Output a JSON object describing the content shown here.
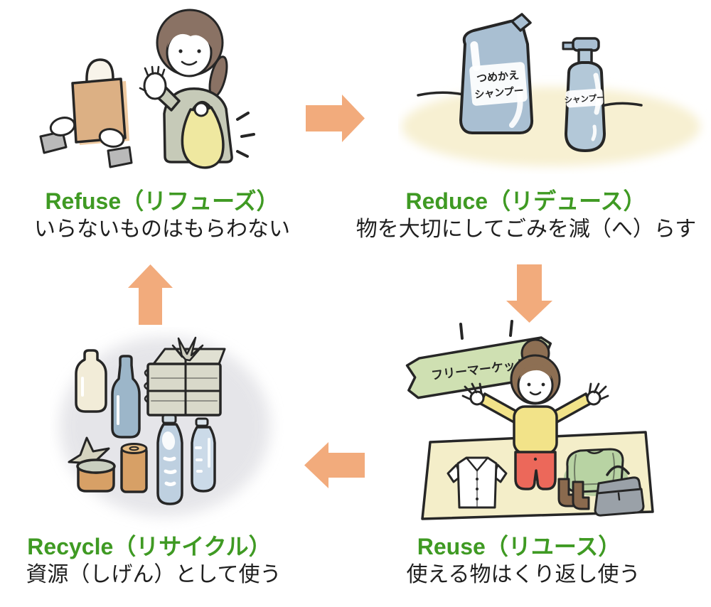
{
  "diagram": {
    "name": "4R recycling cycle",
    "type": "cycle-diagram"
  },
  "colors": {
    "heading_green": "#3f9a23",
    "text_dark": "#1f1f1f",
    "arrow_fill": "#f2ab7c",
    "outline": "#262626"
  },
  "sections": {
    "refuse": {
      "heading": "Refuse（リフューズ）",
      "description": "いらないものはもらわない",
      "illustration": "woman-declining-paper-bag-holding-eco-bag"
    },
    "reduce": {
      "heading": "Reduce（リデュース）",
      "description": "物を大切にしてごみを減（へ）らす",
      "illustration": "refill-shampoo-pouch-and-pump-bottle",
      "pouch_label_line1": "つめかえ",
      "pouch_label_line2": "シャンプー",
      "bottle_label": "シャンプー"
    },
    "reuse": {
      "heading": "Reuse（リユース）",
      "description": "使える物はくり返し使う",
      "illustration": "flea-market-woman-with-used-goods",
      "banner_label": "フリーマーケット"
    },
    "recycle": {
      "heading": "Recycle（リサイクル）",
      "description": "資源（しげん）として使う",
      "illustration": "recyclables-bottles-cans-newspaper-pet-bottles"
    }
  },
  "arrows": [
    {
      "id": "refuse-to-reduce",
      "direction": "right"
    },
    {
      "id": "reduce-to-reuse",
      "direction": "down"
    },
    {
      "id": "reuse-to-recycle",
      "direction": "left"
    },
    {
      "id": "recycle-to-refuse",
      "direction": "up"
    }
  ]
}
